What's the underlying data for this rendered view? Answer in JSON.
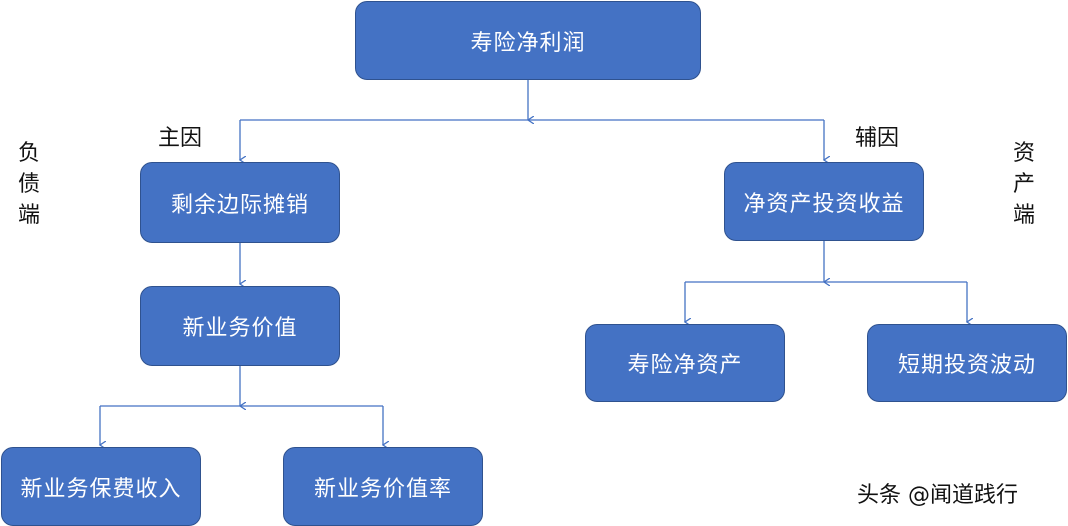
{
  "nodes": {
    "root": "寿险净利润",
    "main_driver": "剩余边际摊销",
    "nbv": "新业务价值",
    "premium_income": "新业务保费收入",
    "nbv_margin": "新业务价值率",
    "investment_income": "净资产投资收益",
    "net_assets": "寿险净资产",
    "short_term_volatility": "短期投资波动"
  },
  "labels": {
    "primary": "主因",
    "secondary": "辅因",
    "liability_side": "负\n债\n端",
    "asset_side": "资\n产\n端"
  },
  "watermark": "头条 @闻道践行",
  "colors": {
    "node_fill": "#4472c4",
    "node_border": "#2f528f",
    "connector": "#4472c4",
    "text_on_node": "#ffffff"
  }
}
